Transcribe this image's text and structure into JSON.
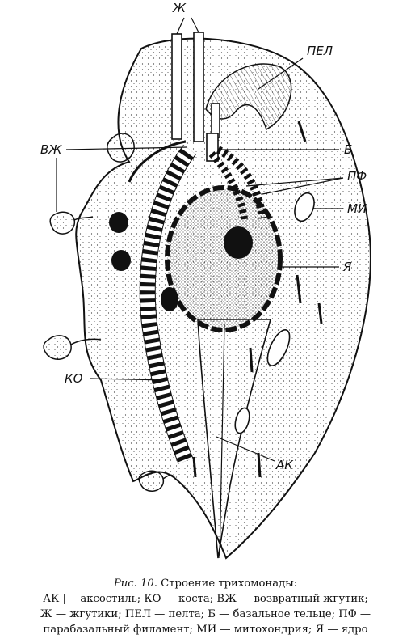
{
  "diagram": {
    "labels": {
      "flagella": "Ж",
      "pelta": "ПЕЛ",
      "recurrent_flagellum": "ВЖ",
      "basal_body": "Б",
      "parabasal_filament": "ПФ",
      "mitochondria": "МИ",
      "nucleus": "Я",
      "costa": "КО",
      "axostyle": "АК"
    }
  },
  "caption": {
    "figure_number": "Рис. 10.",
    "title": "Строение трихомонады:",
    "line1": "АК |— аксостиль; КО — коста; ВЖ — возвратный жгутик;",
    "line2": "Ж — жгутики; ПЕЛ — пелта; Б — базальное тельце; ПФ —",
    "line3": "парабазальный филамент; МИ — митохондрия; Я — ядро"
  }
}
